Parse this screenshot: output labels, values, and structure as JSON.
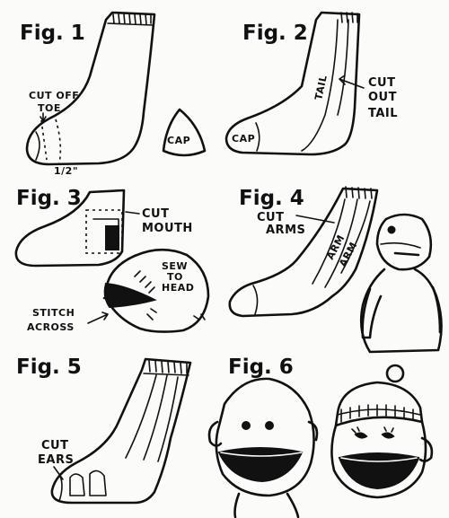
{
  "figures": [
    {
      "label": "Fig. 1",
      "notes": [
        "CUT OFF",
        "TOE",
        "CAP",
        "1/2\""
      ]
    },
    {
      "label": "Fig. 2",
      "notes": [
        "TAIL",
        "CUT",
        "OUT",
        "TAIL",
        "CAP"
      ]
    },
    {
      "label": "Fig. 3",
      "notes": [
        "CUT",
        "MOUTH",
        "SEW",
        "TO",
        "HEAD",
        "STITCH",
        "ACROSS"
      ]
    },
    {
      "label": "Fig. 4",
      "notes": [
        "CUT",
        "ARMS",
        "ARM",
        "ARM"
      ]
    },
    {
      "label": "Fig. 5",
      "notes": [
        "CUT",
        "EARS"
      ]
    },
    {
      "label": "Fig. 6",
      "notes": []
    }
  ]
}
